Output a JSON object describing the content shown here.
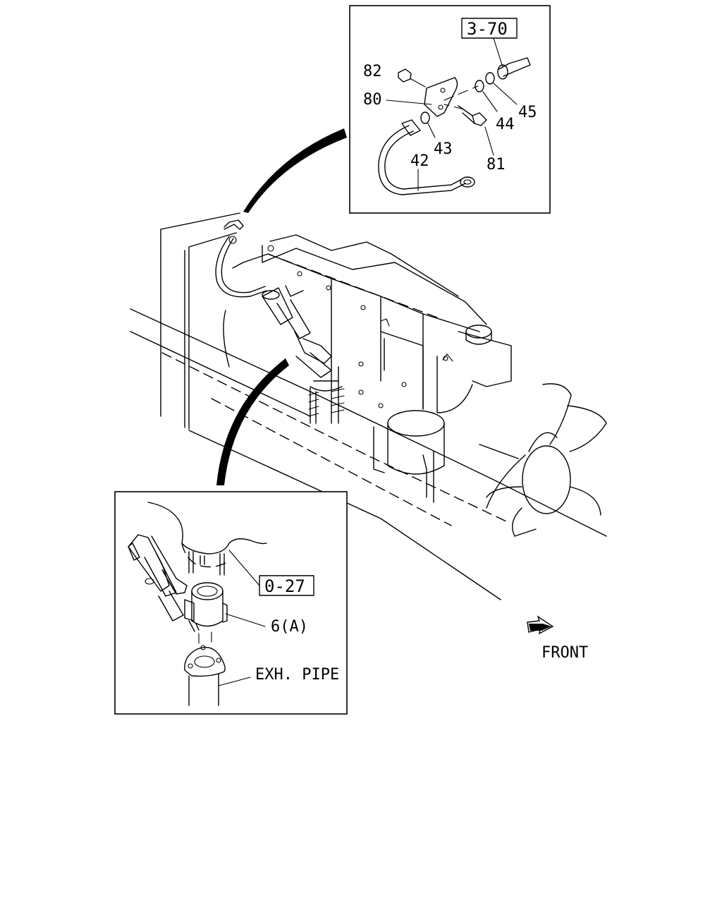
{
  "callouts": {
    "p82": "82",
    "p80": "80",
    "p43": "43",
    "p44": "44",
    "p45": "45",
    "p81": "81",
    "p42": "42",
    "p6a": "6(A)",
    "exh_pipe": "EXH. PIPE"
  },
  "references": {
    "ref_top": "3-70",
    "ref_bottom": "0-27"
  },
  "orientation": {
    "front": "FRONT"
  }
}
